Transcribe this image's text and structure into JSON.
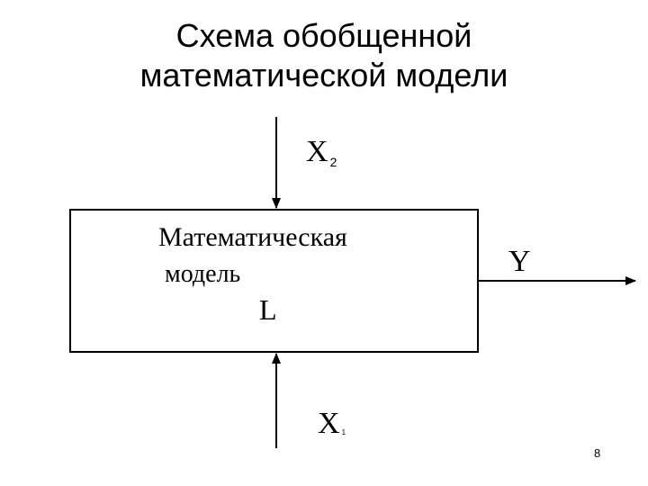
{
  "title": {
    "line1": "Схема обобщенной",
    "line2": "математической модели"
  },
  "diagram": {
    "box_label_line1": "Математическая",
    "box_label_line2": "модель",
    "box_operator": "L",
    "input_top": {
      "letter": "X",
      "subscript": "2"
    },
    "input_bottom": {
      "letter": "X",
      "subscript": "1"
    },
    "output": {
      "letter": "Y"
    }
  },
  "page_number": "8"
}
